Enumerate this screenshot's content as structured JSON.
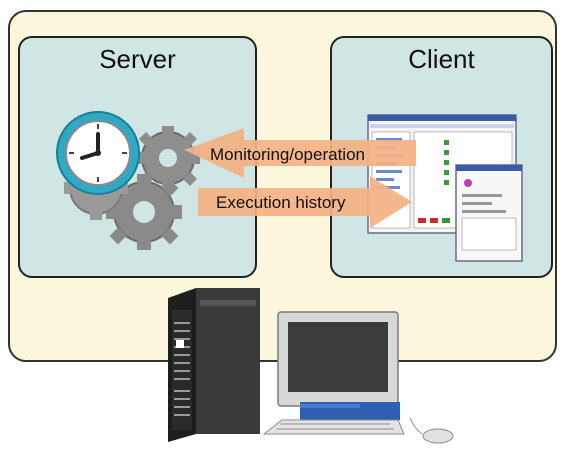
{
  "panels": {
    "server": {
      "title": "Server"
    },
    "client": {
      "title": "Client"
    }
  },
  "arrows": {
    "monitoring": "Monitoring/operation",
    "history": "Execution history"
  },
  "colors": {
    "outer_bg": "#fbf7dc",
    "panel_bg": "#cfe6e4",
    "arrow_fill": "#f4b183"
  }
}
